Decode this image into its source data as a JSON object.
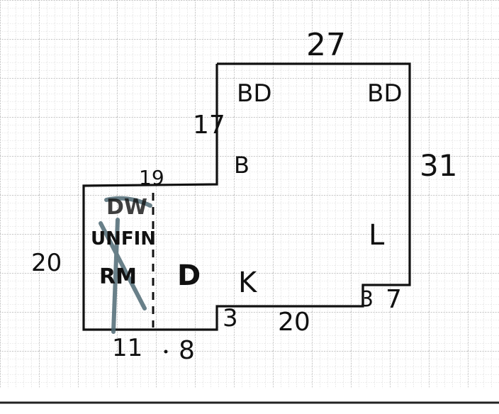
{
  "sketch": {
    "title": "",
    "dimensions": {
      "top_width": "27",
      "upper_left_height": "17",
      "step_width": "19",
      "right_height": "31",
      "left_height": "20",
      "bottom_left_width": "11",
      "bottom_mid_width": "8",
      "notch_height": "3",
      "bottom_right_width": "20",
      "right_notch_width": "3",
      "right_notch_height": "7"
    },
    "room_labels": {
      "bedroom_left": "BD",
      "bedroom_right": "BD",
      "bath": "B",
      "living": "L",
      "kitchen": "K",
      "dining": "D",
      "crossed_1": "DW",
      "crossed_2": "UNFIN",
      "crossed_3": "RM"
    },
    "colors": {
      "ink": "#111111",
      "pencil": "#4f6b75",
      "grid": "#9a9a9a",
      "paper": "#ffffff"
    }
  }
}
